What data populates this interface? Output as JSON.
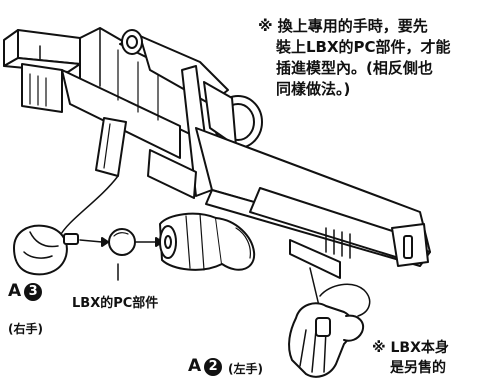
{
  "note_top": {
    "lines": [
      "※ 換上專用的手時，要先",
      "裝上LBX的PC部件，才能",
      "插進模型內。(相反側也",
      "同樣做法。)"
    ]
  },
  "callouts": {
    "a3_letter": "A",
    "a3_number": "3",
    "a3_sub": "(右手)",
    "pc_part": "LBX的PC部件",
    "a2_letter": "A",
    "a2_number": "2",
    "a2_sub": "(左手)"
  },
  "note_bottom": {
    "lines": [
      "※ LBX本身",
      "是另售的"
    ]
  }
}
